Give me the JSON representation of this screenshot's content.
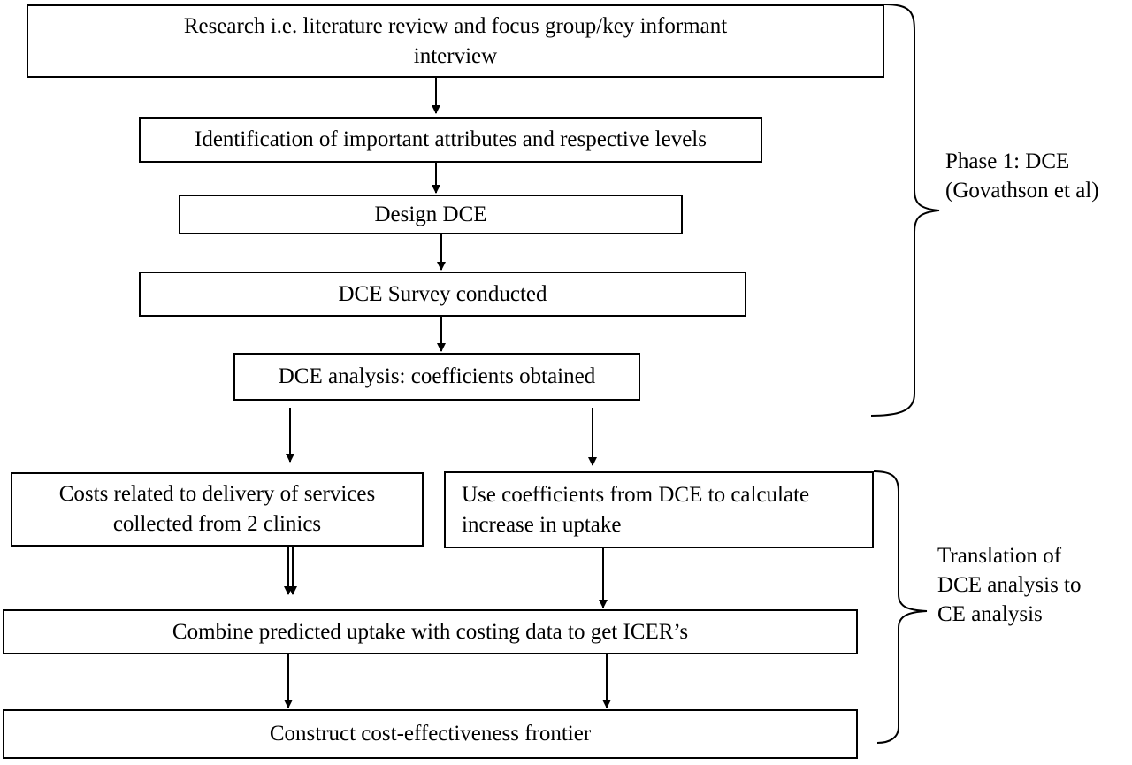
{
  "phase1": {
    "research": [
      "Research i.e. literature review and focus group/key informant",
      "interview"
    ],
    "identification": "Identification of important attributes and respective levels",
    "design": "Design DCE",
    "survey": "DCE Survey conducted",
    "analysis": "DCE analysis: coefficients obtained",
    "label": [
      "Phase 1:  DCE",
      "(Govathson et al)"
    ]
  },
  "phase2": {
    "costs": [
      "Costs related to delivery of services",
      "collected from 2 clinics"
    ],
    "coefficients": [
      "Use coefficients from DCE to calculate",
      "increase in uptake"
    ],
    "combine": "Combine predicted uptake with costing data to get ICER’s",
    "frontier": "Construct cost-effectiveness frontier",
    "label": [
      "Translation of",
      "DCE analysis to",
      "CE analysis"
    ]
  }
}
